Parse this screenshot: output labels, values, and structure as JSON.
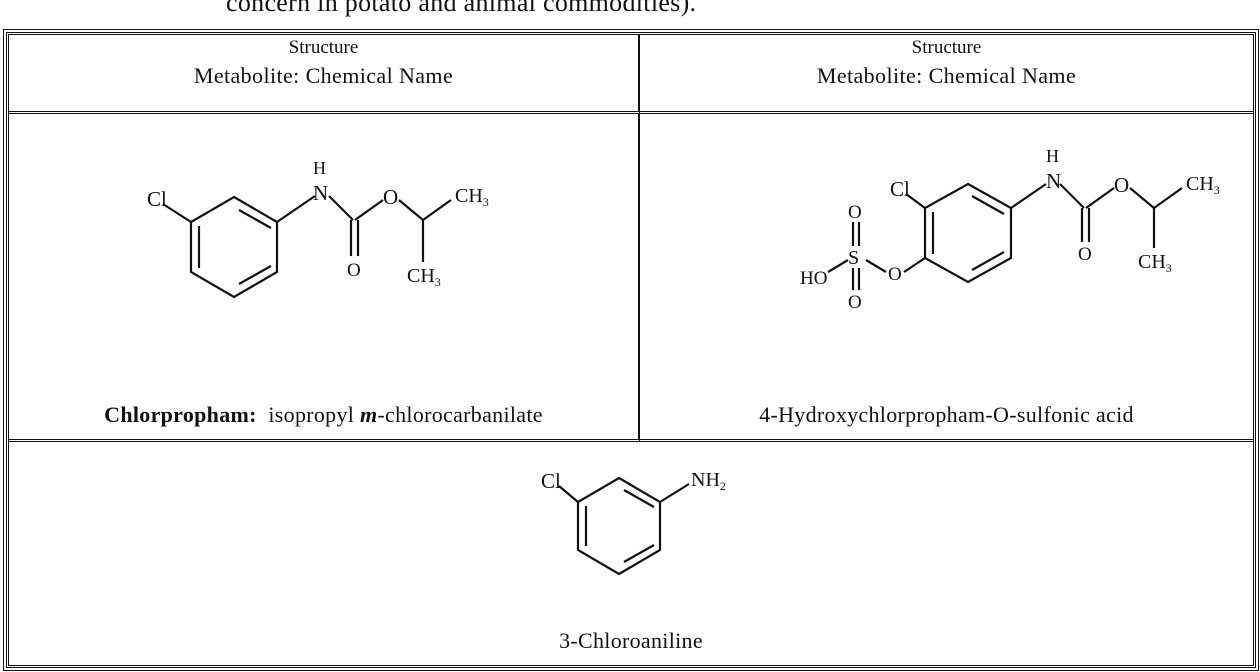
{
  "intro_text": "concern in potato and animal commodities).",
  "table": {
    "headers": [
      {
        "line1": "Structure",
        "line2": "Metabolite:  Chemical Name"
      },
      {
        "line1": "Structure",
        "line2": "Metabolite:  Chemical Name"
      }
    ],
    "metabolites": [
      {
        "name_bold": "Chlorpropham:",
        "name_rest_pre": "  isopropyl ",
        "name_italic": "m",
        "name_rest_post": "-chlorocarbanilate"
      },
      {
        "name": "4-Hydroxychlorpropham-O-sulfonic acid"
      },
      {
        "name": "3-Chloroaniline"
      }
    ]
  },
  "structure_labels": {
    "cl": "Cl",
    "h": "H",
    "n": "N",
    "o": "O",
    "s": "S",
    "ho": "HO",
    "ch3": "CH",
    "ch3_sub": "3",
    "nh2": "NH",
    "nh2_sub": "2"
  }
}
